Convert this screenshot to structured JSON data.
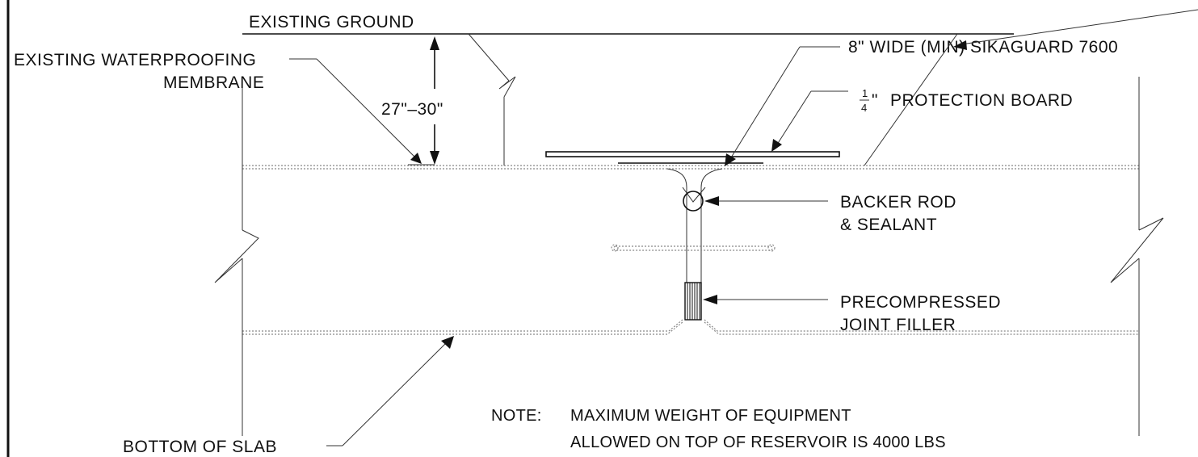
{
  "labels": {
    "existing_ground": "EXISTING GROUND",
    "waterproofing_line1": "EXISTING WATERPROOFING",
    "waterproofing_line2": "MEMBRANE",
    "depth": "27\"–30\"",
    "sikaguard": "8\" WIDE (MIN) SIKAGUARD 7600",
    "protection_board": "PROTECTION BOARD",
    "protection_fraction_num": "1",
    "protection_fraction_den": "4",
    "protection_inch": "\"",
    "backer_rod_line1": "BACKER ROD",
    "backer_rod_line2": "& SEALANT",
    "filler_line1": "PRECOMPRESSED",
    "filler_line2": "JOINT FILLER",
    "bottom_of_slab": "BOTTOM OF SLAB",
    "note_label": "NOTE:",
    "note_line1": "MAXIMUM WEIGHT OF EQUIPMENT",
    "note_line2": "ALLOWED ON TOP OF RESERVOIR IS 4000 LBS"
  }
}
